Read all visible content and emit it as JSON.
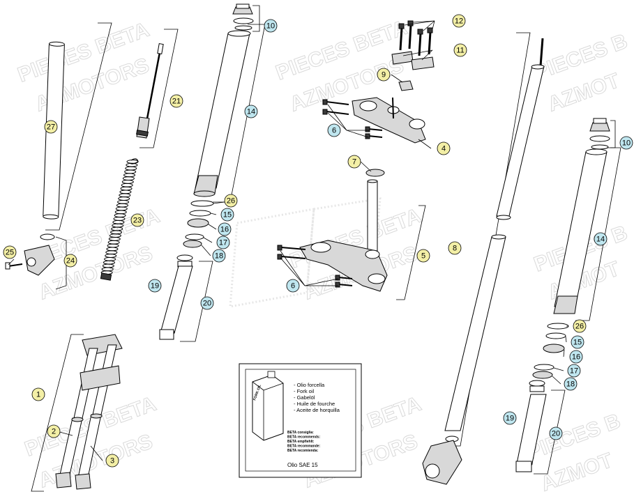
{
  "watermark": {
    "line1": "PIECES BETA",
    "line2": "AZMOTORS",
    "line1_partial": "PIECES B",
    "line2_partial": "AZMOT"
  },
  "oil_box": {
    "can_label": "FORK OIL",
    "lines": [
      "- Olio forcella",
      "- Fork oil",
      "- Gabelöl",
      "- Huile de fourche",
      "- Aceite de horquilla"
    ],
    "recommend_lines": [
      "BETA consiglia:",
      "BETA recommends:",
      "BETA empfiehlt:",
      "BETA recommande:",
      "BETA recomienda:"
    ],
    "oil_spec": "Olio SAE 15"
  },
  "callouts": [
    {
      "label": "10",
      "color": "blue"
    },
    {
      "label": "12",
      "color": "yellow"
    },
    {
      "label": "11",
      "color": "yellow"
    },
    {
      "label": "9",
      "color": "yellow"
    },
    {
      "label": "21",
      "color": "yellow"
    },
    {
      "label": "27",
      "color": "yellow"
    },
    {
      "label": "14",
      "color": "blue"
    },
    {
      "label": "6",
      "color": "blue"
    },
    {
      "label": "4",
      "color": "yellow"
    },
    {
      "label": "7",
      "color": "yellow"
    },
    {
      "label": "23",
      "color": "yellow"
    },
    {
      "label": "26",
      "color": "yellow"
    },
    {
      "label": "15",
      "color": "blue"
    },
    {
      "label": "16",
      "color": "blue"
    },
    {
      "label": "17",
      "color": "blue"
    },
    {
      "label": "18",
      "color": "blue"
    },
    {
      "label": "25",
      "color": "yellow"
    },
    {
      "label": "24",
      "color": "yellow"
    },
    {
      "label": "5",
      "color": "yellow"
    },
    {
      "label": "8",
      "color": "yellow"
    },
    {
      "label": "6",
      "color": "blue"
    },
    {
      "label": "19",
      "color": "blue"
    },
    {
      "label": "20",
      "color": "blue"
    },
    {
      "label": "10",
      "color": "blue"
    },
    {
      "label": "14",
      "color": "blue"
    },
    {
      "label": "26",
      "color": "yellow"
    },
    {
      "label": "15",
      "color": "blue"
    },
    {
      "label": "16",
      "color": "blue"
    },
    {
      "label": "17",
      "color": "blue"
    },
    {
      "label": "18",
      "color": "blue"
    },
    {
      "label": "1",
      "color": "yellow"
    },
    {
      "label": "2",
      "color": "yellow"
    },
    {
      "label": "3",
      "color": "yellow"
    },
    {
      "label": "19",
      "color": "blue"
    },
    {
      "label": "20",
      "color": "blue"
    }
  ],
  "colors": {
    "callout_yellow": "#f3efa6",
    "callout_blue": "#bfe6ef",
    "line": "#000000",
    "watermark": "#d9d9d9"
  }
}
